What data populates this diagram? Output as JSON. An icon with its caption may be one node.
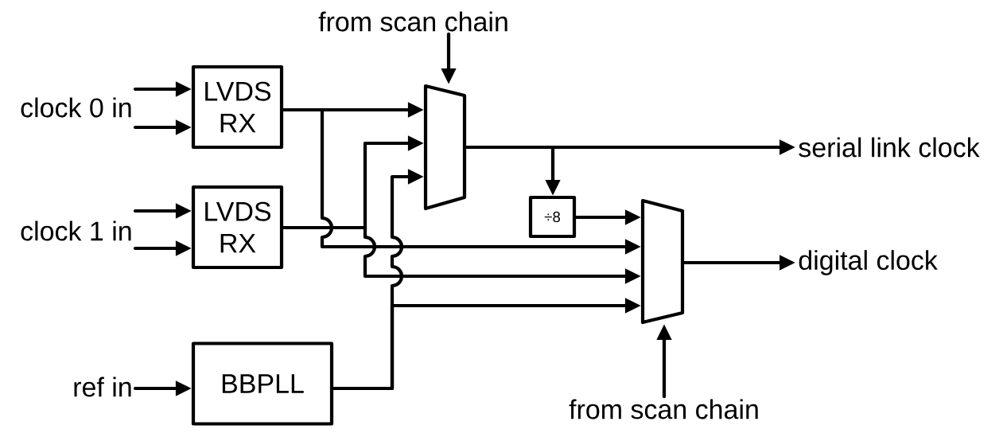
{
  "diagram": {
    "nodes": [
      {
        "text": [
          "clock 0 in"
        ]
      },
      {
        "text": [
          "LVDS RX"
        ]
      },
      {
        "text": [
          "clock 1 in"
        ]
      },
      {
        "text": [
          "LVDS RX"
        ]
      },
      {
        "text": [
          "ref in"
        ]
      },
      {
        "text": [
          "BBPLL"
        ]
      },
      {
        "text": [
          "from scan chain"
        ]
      },
      {
        "text": [],
        "shape": "trapezoid"
      },
      {
        "text": [
          "serial link clock"
        ]
      },
      {
        "text": [
          "÷8"
        ]
      },
      {
        "text": [],
        "shape": "trapezoid"
      },
      {
        "text": [
          "digital clock"
        ]
      },
      {
        "text": [
          "from scan chain"
        ]
      }
    ],
    "edges": [
      {
        "from": 0,
        "to": 1,
        "arrow": "to"
      },
      {
        "from": 0,
        "to": 1,
        "arrow": "to"
      },
      {
        "from": 2,
        "to": 3,
        "arrow": "to"
      },
      {
        "from": 2,
        "to": 3,
        "arrow": "to"
      },
      {
        "from": 4,
        "to": 5,
        "arrow": "to"
      },
      {
        "from": 6,
        "to": 7,
        "arrow": "to"
      },
      {
        "from": 1,
        "to": 7,
        "arrow": "to"
      },
      {
        "from": 3,
        "to": 7,
        "arrow": "to"
      },
      {
        "from": 5,
        "to": 7,
        "arrow": "to"
      },
      {
        "from": 7,
        "to": 8,
        "arrow": "to"
      },
      {
        "from": 7,
        "to": 9,
        "arrow": "to"
      },
      {
        "from": 9,
        "to": 10,
        "arrow": "to"
      },
      {
        "from": 1,
        "to": 10,
        "arrow": "to"
      },
      {
        "from": 3,
        "to": 10,
        "arrow": "to"
      },
      {
        "from": 5,
        "to": 10,
        "arrow": "to"
      },
      {
        "from": 10,
        "to": 11,
        "arrow": "to"
      },
      {
        "from": 12,
        "to": 10,
        "arrow": "to"
      }
    ]
  }
}
